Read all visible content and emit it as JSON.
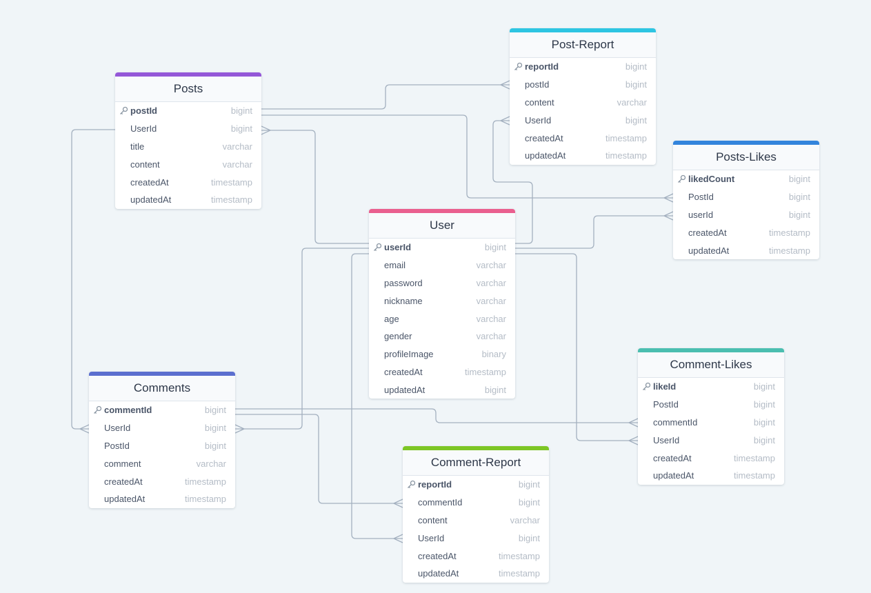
{
  "tables": [
    {
      "id": "posts",
      "name": "Posts",
      "color": "#9457d8",
      "fields": [
        {
          "name": "postId",
          "type": "bigint",
          "pk": true
        },
        {
          "name": "UserId",
          "type": "bigint"
        },
        {
          "name": "title",
          "type": "varchar"
        },
        {
          "name": "content",
          "type": "varchar"
        },
        {
          "name": "createdAt",
          "type": "timestamp"
        },
        {
          "name": "updatedAt",
          "type": "timestamp"
        }
      ]
    },
    {
      "id": "post-report",
      "name": "Post-Report",
      "color": "#2ec5e2",
      "fields": [
        {
          "name": "reportId",
          "type": "bigint",
          "pk": true
        },
        {
          "name": "postId",
          "type": "bigint"
        },
        {
          "name": "content",
          "type": "varchar"
        },
        {
          "name": "UserId",
          "type": "bigint"
        },
        {
          "name": "createdAt",
          "type": "timestamp"
        },
        {
          "name": "updatedAt",
          "type": "timestamp"
        }
      ]
    },
    {
      "id": "posts-likes",
      "name": "Posts-Likes",
      "color": "#3384dc",
      "fields": [
        {
          "name": "likedCount",
          "type": "bigint",
          "pk": true
        },
        {
          "name": "PostId",
          "type": "bigint"
        },
        {
          "name": "userId",
          "type": "bigint"
        },
        {
          "name": "createdAt",
          "type": "timestamp"
        },
        {
          "name": "updatedAt",
          "type": "timestamp"
        }
      ]
    },
    {
      "id": "user",
      "name": "User",
      "color": "#ea5f8f",
      "fields": [
        {
          "name": "userId",
          "type": "bigint",
          "pk": true
        },
        {
          "name": "email",
          "type": "varchar"
        },
        {
          "name": "password",
          "type": "varchar"
        },
        {
          "name": "nickname",
          "type": "varchar"
        },
        {
          "name": "age",
          "type": "varchar"
        },
        {
          "name": "gender",
          "type": "varchar"
        },
        {
          "name": "profileImage",
          "type": "binary"
        },
        {
          "name": "createdAt",
          "type": "timestamp"
        },
        {
          "name": "updatedAt",
          "type": "bigint"
        }
      ]
    },
    {
      "id": "comments",
      "name": "Comments",
      "color": "#5b6fcf",
      "fields": [
        {
          "name": "commentId",
          "type": "bigint",
          "pk": true
        },
        {
          "name": "UserId",
          "type": "bigint"
        },
        {
          "name": "PostId",
          "type": "bigint"
        },
        {
          "name": "comment",
          "type": "varchar"
        },
        {
          "name": "createdAt",
          "type": "timestamp"
        },
        {
          "name": "updatedAt",
          "type": "timestamp"
        }
      ]
    },
    {
      "id": "comment-likes",
      "name": "Comment-Likes",
      "color": "#4bbeb0",
      "fields": [
        {
          "name": "likeId",
          "type": "bigint",
          "pk": true
        },
        {
          "name": "PostId",
          "type": "bigint"
        },
        {
          "name": "commentId",
          "type": "bigint"
        },
        {
          "name": "UserId",
          "type": "bigint"
        },
        {
          "name": "createdAt",
          "type": "timestamp"
        },
        {
          "name": "updatedAt",
          "type": "timestamp"
        }
      ]
    },
    {
      "id": "comment-report",
      "name": "Comment-Report",
      "color": "#7dc625",
      "fields": [
        {
          "name": "reportId",
          "type": "bigint",
          "pk": true
        },
        {
          "name": "commentId",
          "type": "bigint"
        },
        {
          "name": "content",
          "type": "varchar"
        },
        {
          "name": "UserId",
          "type": "bigint"
        },
        {
          "name": "createdAt",
          "type": "timestamp"
        },
        {
          "name": "updatedAt",
          "type": "timestamp"
        }
      ]
    }
  ],
  "relations": [
    {
      "from": "posts.postId",
      "to": "post-report.postId"
    },
    {
      "from": "posts.postId",
      "to": "posts-likes.PostId"
    },
    {
      "from": "posts.postId",
      "to": "comments.PostId"
    },
    {
      "from": "user.userId",
      "to": "posts.UserId"
    },
    {
      "from": "user.userId",
      "to": "post-report.UserId"
    },
    {
      "from": "user.userId",
      "to": "posts-likes.userId"
    },
    {
      "from": "user.userId",
      "to": "comments.UserId"
    },
    {
      "from": "user.userId",
      "to": "comment-report.UserId"
    },
    {
      "from": "user.userId",
      "to": "comment-likes.UserId"
    },
    {
      "from": "comments.commentId",
      "to": "comment-likes.commentId"
    },
    {
      "from": "comments.commentId",
      "to": "comment-report.commentId"
    }
  ]
}
